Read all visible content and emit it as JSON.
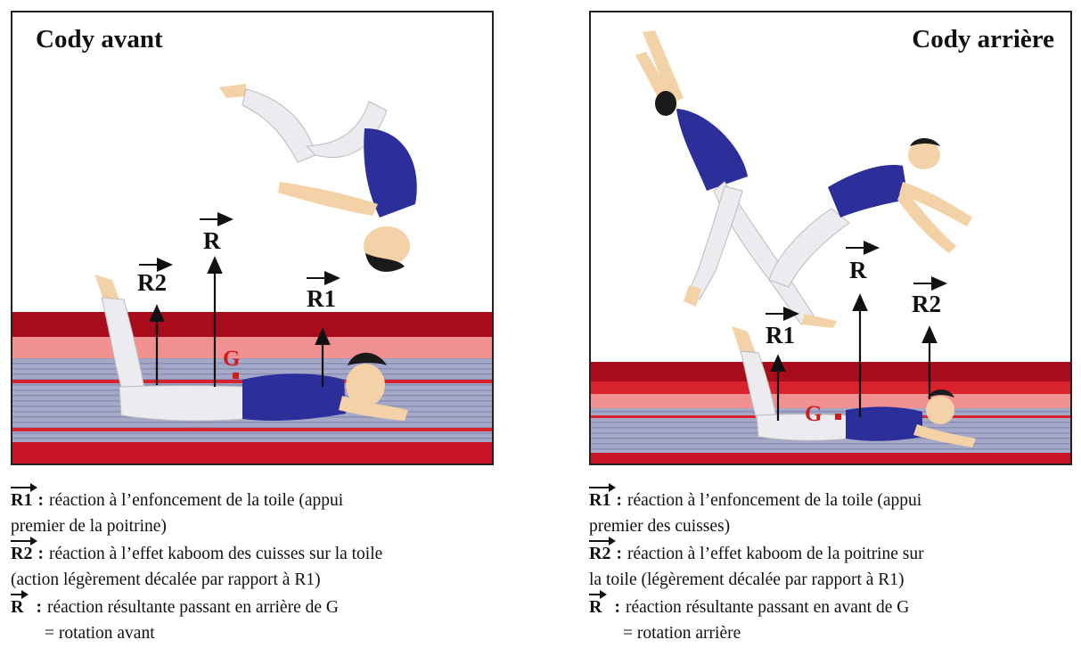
{
  "panels": [
    {
      "title": "Cody avant",
      "labels": {
        "r": "R",
        "r1": "R1",
        "r2": "R2",
        "g": "G"
      }
    },
    {
      "title": "Cody arrière",
      "labels": {
        "r": "R",
        "r1": "R1",
        "r2": "R2",
        "g": "G"
      }
    }
  ],
  "legends": [
    {
      "r1": {
        "symbol": "R1",
        "line1": "réaction à l’enfoncement de la toile (appui",
        "line2": "premier de la poitrine)"
      },
      "r2": {
        "symbol": "R2",
        "line1": "réaction à l’effet kaboom des cuisses sur la toile",
        "line2": "(action légèrement décalée par rapport à R1)"
      },
      "r": {
        "symbol": "R",
        "line1": "réaction résultante passant en arrière de G",
        "line2": "= rotation avant"
      }
    },
    {
      "r1": {
        "symbol": "R1",
        "line1": "réaction à l’enfoncement de la toile (appui",
        "line2": "premier des cuisses)"
      },
      "r2": {
        "symbol": "R2",
        "line1": "réaction à l’effet kaboom de la poitrine sur",
        "line2": "la toile (légèrement décalée par rapport à R1)"
      },
      "r": {
        "symbol": "R",
        "line1": "réaction résultante passant en avant de G",
        "line2": "= rotation arrière"
      }
    }
  ],
  "colors": {
    "trampoline_dark": "#a80c1a",
    "trampoline_red": "#d8232e",
    "trampoline_pink": "#f08c8c",
    "trampoline_bed": "#9ea1c4",
    "jersey": "#2c2f9a",
    "skin": "#f2d2a6",
    "pants": "#ececf0",
    "hair": "#1a1a1a",
    "g_point": "#d21b1b"
  }
}
